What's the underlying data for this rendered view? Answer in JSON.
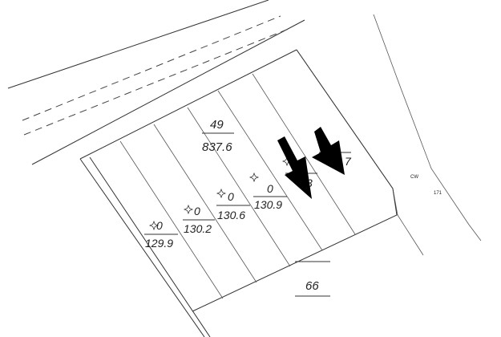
{
  "plan": {
    "block_number": "49",
    "block_area": "837.6",
    "lower_parcel_number": "66",
    "plots": [
      {
        "number": "0",
        "area": "129.9"
      },
      {
        "number": "0",
        "area": "130.2"
      },
      {
        "number": "0",
        "area": "130.6"
      },
      {
        "number": "0",
        "area": "130.9"
      }
    ],
    "occluded_plots": [
      {
        "number": "0",
        "area_visible": "3"
      },
      {
        "area_visible": "7"
      }
    ],
    "small_labels": [
      "CW",
      "171"
    ]
  },
  "annotations": {
    "arrows": [
      {
        "direction": "down-right",
        "color": "#000000"
      },
      {
        "direction": "down-right",
        "color": "#000000"
      }
    ]
  }
}
